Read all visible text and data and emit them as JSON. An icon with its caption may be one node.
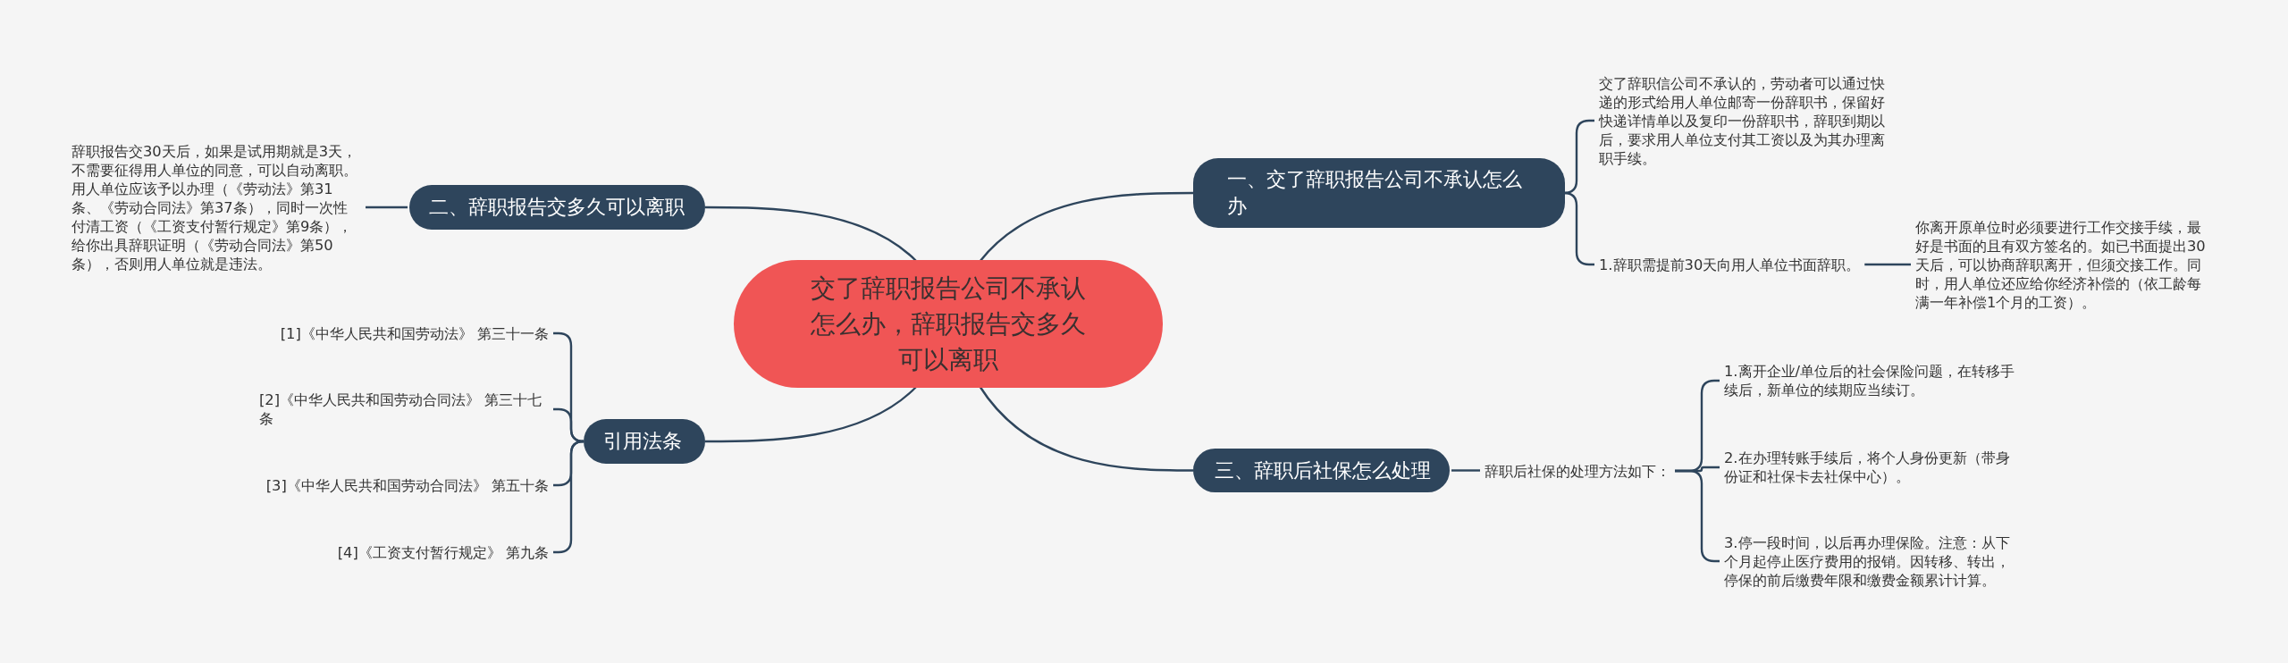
{
  "diagram": {
    "nodes": [
      {
        "text": [
          "交了辞职报告公司不承认怎么办，辞职报告交多久可以离职"
        ]
      },
      {
        "text": [
          "一、交了辞职报告公司不承认怎么办"
        ]
      },
      {
        "text": [
          "交了辞职信公司不承认的，劳动者可以通过快递的形式给用人单位邮寄一份辞职书，保留好快递详情单以及复印一份辞职书，辞职到期以后，要求用人单位支付其工资以及为其办理离职手续。"
        ]
      },
      {
        "text": [
          "1.辞职需提前30天向用人单位书面辞职。"
        ]
      },
      {
        "text": [
          "你离开原单位时必须要进行工作交接手续，最好是书面的且有双方签名的。如已书面提出30天后，可以协商辞职离开，但须交接工作。同时，用人单位还应给你经济补偿的（依工龄每满一年补偿1个月的工资）。"
        ]
      },
      {
        "text": [
          "二、辞职报告交多久可以离职"
        ]
      },
      {
        "text": [
          "辞职报告交30天后，如果是试用期就是3天，不需要征得用人单位的同意，可以自动离职。用人单位应该予以办理（《劳动法》第31条、《劳动合同法》第37条），同时一次性付清工资（《工资支付暂行规定》第9条），给你出具辞职证明（《劳动合同法》第50条），否则用人单位就是违法。"
        ]
      },
      {
        "text": [
          "三、辞职后社保怎么处理"
        ]
      },
      {
        "text": [
          "辞职后社保的处理方法如下："
        ]
      },
      {
        "text": [
          "1.离开企业/单位后的社会保险问题，在转移手续后，新单位的续期应当续订。"
        ]
      },
      {
        "text": [
          "2.在办理转账手续后，将个人身份更新（带身份证和社保卡去社保中心）。"
        ]
      },
      {
        "text": [
          "3.停一段时间，以后再办理保险。注意：从下个月起停止医疗费用的报销。因转移、转出，停保的前后缴费年限和缴费金额累计计算。"
        ]
      },
      {
        "text": [
          "引用法条"
        ]
      },
      {
        "text": [
          "[1]《中华人民共和国劳动法》 第三十一条"
        ]
      },
      {
        "text": [
          "[2]《中华人民共和国劳动合同法》 第三十七条"
        ]
      },
      {
        "text": [
          "[3]《中华人民共和国劳动合同法》 第五十条"
        ]
      },
      {
        "text": [
          "[4]《工资支付暂行规定》 第九条"
        ]
      }
    ],
    "edges": [
      {
        "from": 0,
        "to": 1,
        "arrow": "none"
      },
      {
        "from": 1,
        "to": 2,
        "arrow": "none"
      },
      {
        "from": 1,
        "to": 3,
        "arrow": "none"
      },
      {
        "from": 3,
        "to": 4,
        "arrow": "none"
      },
      {
        "from": 0,
        "to": 5,
        "arrow": "none"
      },
      {
        "from": 5,
        "to": 6,
        "arrow": "none"
      },
      {
        "from": 0,
        "to": 7,
        "arrow": "none"
      },
      {
        "from": 7,
        "to": 8,
        "arrow": "none"
      },
      {
        "from": 8,
        "to": 9,
        "arrow": "none"
      },
      {
        "from": 8,
        "to": 10,
        "arrow": "none"
      },
      {
        "from": 8,
        "to": 11,
        "arrow": "none"
      },
      {
        "from": 0,
        "to": 12,
        "arrow": "none"
      },
      {
        "from": 12,
        "to": 13,
        "arrow": "none"
      },
      {
        "from": 12,
        "to": 14,
        "arrow": "none"
      },
      {
        "from": 12,
        "to": 15,
        "arrow": "none"
      },
      {
        "from": 12,
        "to": 16,
        "arrow": "none"
      }
    ]
  }
}
